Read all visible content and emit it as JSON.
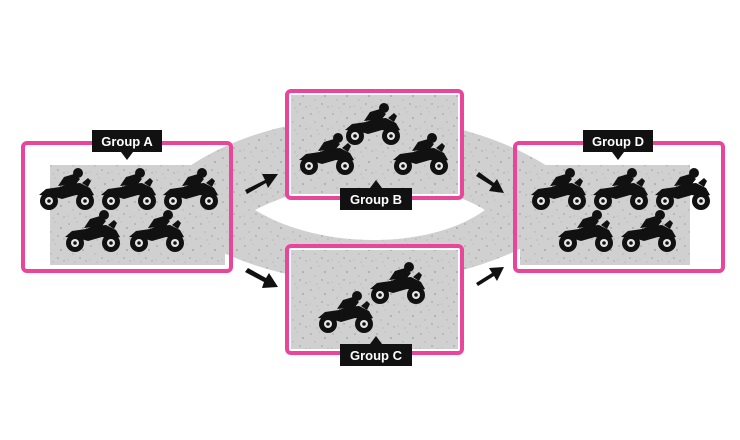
{
  "diagram": {
    "colors": {
      "frame": "#e8459b",
      "road": "#d0d0d0",
      "road_speckle": "#a8a8a8",
      "tag": "#111111",
      "tag_text": "#ffffff",
      "motorcycle": "#111111",
      "arrow": "#111111"
    },
    "groups": [
      {
        "id": "A",
        "label": "Group A",
        "motorcycles": 5
      },
      {
        "id": "B",
        "label": "Group B",
        "motorcycles": 3
      },
      {
        "id": "C",
        "label": "Group C",
        "motorcycles": 2
      },
      {
        "id": "D",
        "label": "Group D",
        "motorcycles": 5
      }
    ],
    "flows": [
      {
        "from": "A",
        "to": "B"
      },
      {
        "from": "A",
        "to": "C"
      },
      {
        "from": "B",
        "to": "D"
      },
      {
        "from": "C",
        "to": "D"
      }
    ],
    "icon": "motorcycle-rider-icon"
  }
}
